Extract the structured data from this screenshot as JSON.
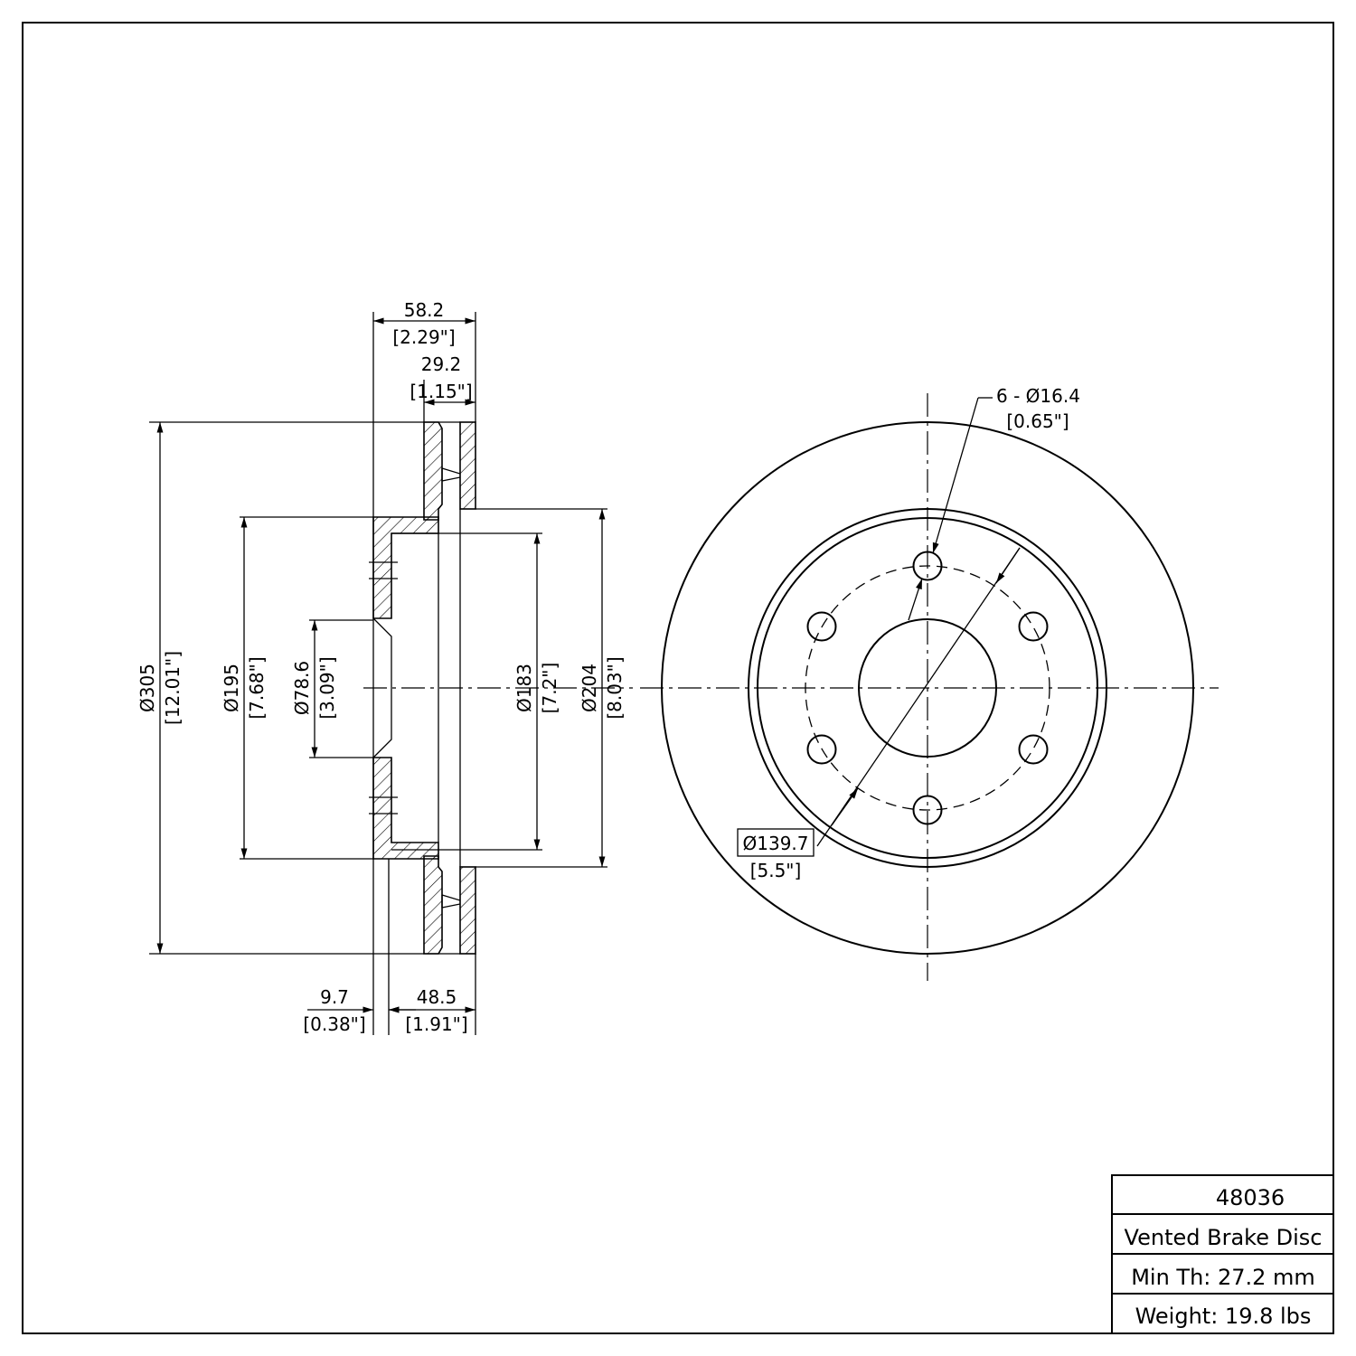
{
  "title_block": {
    "part_number": "48036",
    "description": "Vented Brake Disc",
    "min_thickness": "Min Th: 27.2 mm",
    "weight": "Weight: 19.8 lbs"
  },
  "side_view": {
    "overall_height": {
      "mm": "58.2",
      "in": "[2.29\"]"
    },
    "rotor_thickness": {
      "mm": "29.2",
      "in": "[1.15\"]"
    },
    "outer_diameter": {
      "mm": "Ø305",
      "in": "[12.01\"]"
    },
    "hat_diameter": {
      "mm": "Ø195",
      "in": "[7.68\"]"
    },
    "center_bore": {
      "mm": "Ø78.6",
      "in": "[3.09\"]"
    },
    "inner_hat_diameter": {
      "mm": "Ø183",
      "in": "[7.2\"]"
    },
    "inner_friction_diameter": {
      "mm": "Ø204",
      "in": "[8.03\"]"
    },
    "hat_wall": {
      "mm": "9.7",
      "in": "[0.38\"]"
    },
    "offset": {
      "mm": "48.5",
      "in": "[1.91\"]"
    }
  },
  "front_view": {
    "bolt_holes": {
      "mm": "6 - Ø16.4",
      "in": "[0.65\"]"
    },
    "bolt_circle": {
      "mm": "Ø139.7",
      "in": "[5.5\"]"
    }
  }
}
